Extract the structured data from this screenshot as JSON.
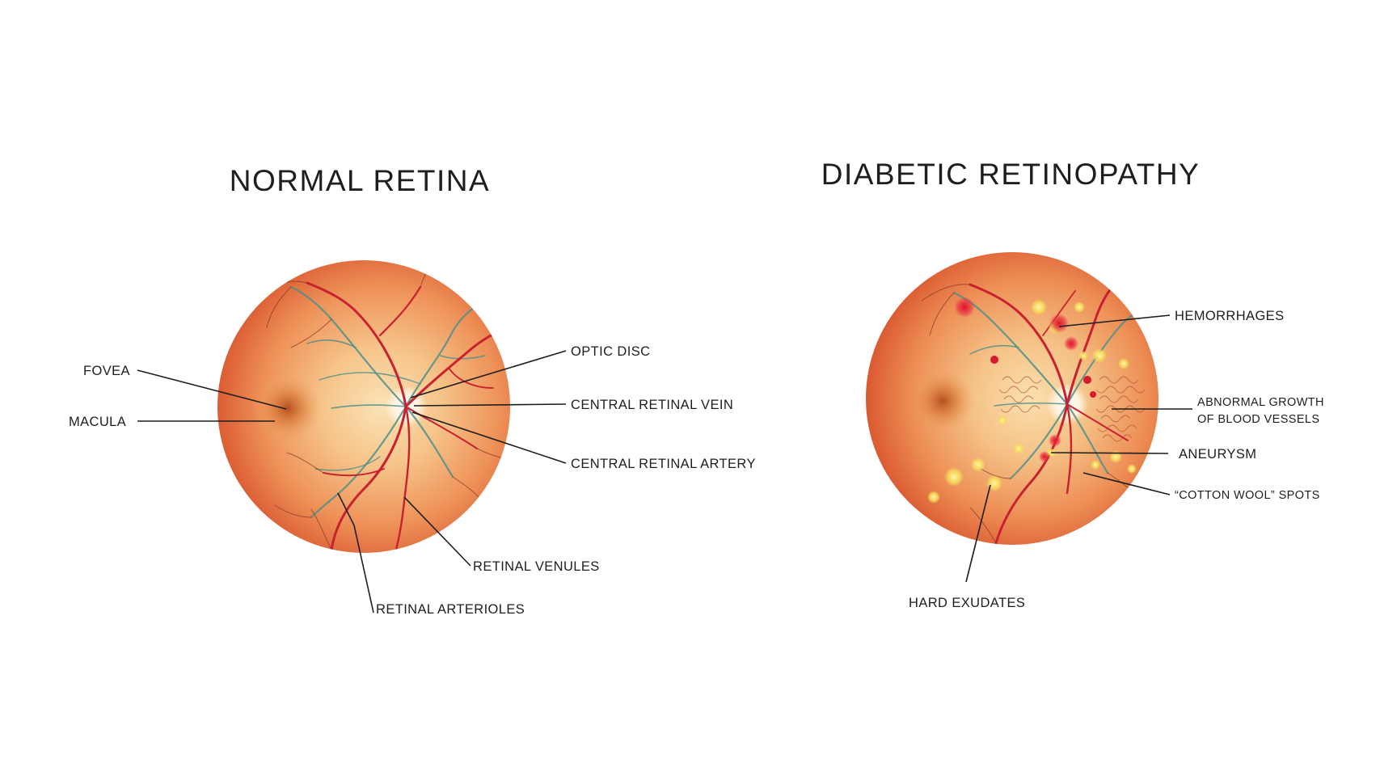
{
  "normal": {
    "title": "NORMAL RETINA",
    "labels": {
      "fovea": "FOVEA",
      "macula": "MACULA",
      "optic_disc": "OPTIC DISC",
      "central_vein": "CENTRAL RETINAL VEIN",
      "central_artery": "CENTRAL RETINAL ARTERY",
      "venules": "RETINAL VENULES",
      "arterioles": "RETINAL ARTERIOLES"
    }
  },
  "diabetic": {
    "title": "DIABETIC RETINOPATHY",
    "labels": {
      "hemorrhages": "HEMORRHAGES",
      "abnormal_line1": "ABNORMAL GROWTH",
      "abnormal_line2": "OF BLOOD VESSELS",
      "aneurysm": "ANEURYSM",
      "cotton_wool": "“COTTON WOOL” SPOTS",
      "hard_exudates": "HARD EXUDATES"
    }
  },
  "colors": {
    "retina_center": "#f8d29c",
    "retina_edge": "#d9552e",
    "artery": "#c8212f",
    "vein": "#4f8f88",
    "exudate": "#f6e05a"
  }
}
